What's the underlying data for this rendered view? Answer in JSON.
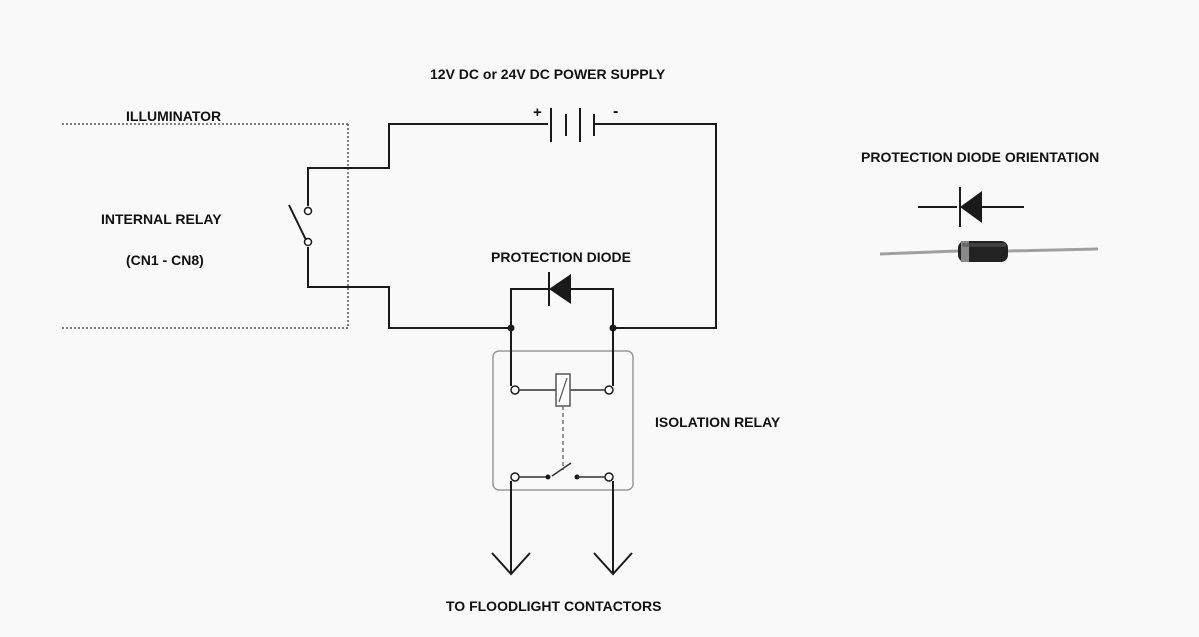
{
  "labels": {
    "power_supply": "12V DC or 24V DC POWER SUPPLY",
    "plus": "+",
    "minus": "-",
    "illuminator": "ILLUMINATOR",
    "internal_relay": "INTERNAL RELAY",
    "cn_range": "(CN1 - CN8)",
    "protection_diode": "PROTECTION DIODE",
    "isolation_relay": "ISOLATION RELAY",
    "floodlight": "TO FLOODLIGHT CONTACTORS",
    "orientation": "PROTECTION DIODE ORIENTATION"
  },
  "colors": {
    "wire": "#1a1a1a",
    "relay_box_border": "#999999",
    "relay_coil": "#555555",
    "diode_body": "#222222",
    "diode_band": "#8a8a8a",
    "diode_lead": "#a0a0a0"
  }
}
